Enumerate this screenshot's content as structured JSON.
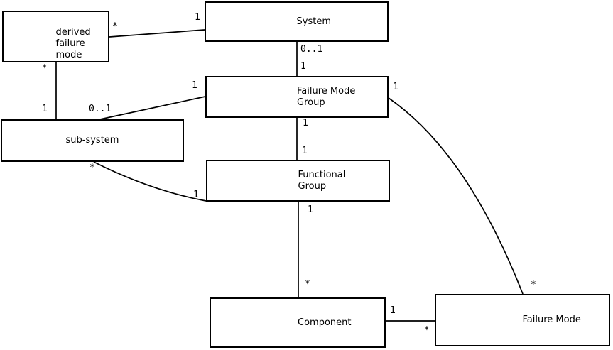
{
  "diagram": {
    "type": "uml-class-diagram",
    "background_color": "#ffffff",
    "line_color": "#000000",
    "entities": [
      {
        "id": "derived-failure-mode",
        "label": "derived\nfailure\nmode"
      },
      {
        "id": "system",
        "label": "System"
      },
      {
        "id": "failure-mode-group",
        "label": "Failure Mode\nGroup"
      },
      {
        "id": "sub-system",
        "label": "sub-system"
      },
      {
        "id": "functional-group",
        "label": "Functional\nGroup"
      },
      {
        "id": "component",
        "label": "Component"
      },
      {
        "id": "failure-mode",
        "label": "Failure Mode"
      }
    ],
    "relationships": [
      {
        "from": "derived failure mode",
        "to": "System",
        "from_label": "*",
        "to_label": "1"
      },
      {
        "from": "derived failure mode",
        "to": "sub-system",
        "from_label": "*",
        "to_label": "1"
      },
      {
        "from": "System",
        "to": "Failure Mode Group",
        "from_label": "0..1",
        "to_label": "1"
      },
      {
        "from": "Failure Mode Group",
        "to": "sub-system",
        "from_label": "1",
        "to_label": "0..1"
      },
      {
        "from": "Failure Mode Group",
        "to": "Functional Group",
        "from_label": "1",
        "to_label": "1"
      },
      {
        "from": "sub-system",
        "to": "Functional Group",
        "from_label": "*",
        "to_label": "1"
      },
      {
        "from": "Functional Group",
        "to": "Component",
        "from_label": "1",
        "to_label": "*"
      },
      {
        "from": "Component",
        "to": "Failure Mode",
        "from_label": "1",
        "to_label": "*"
      },
      {
        "from": "Failure Mode Group",
        "to": "Failure Mode",
        "from_label": "1",
        "to_label": "*"
      }
    ]
  }
}
